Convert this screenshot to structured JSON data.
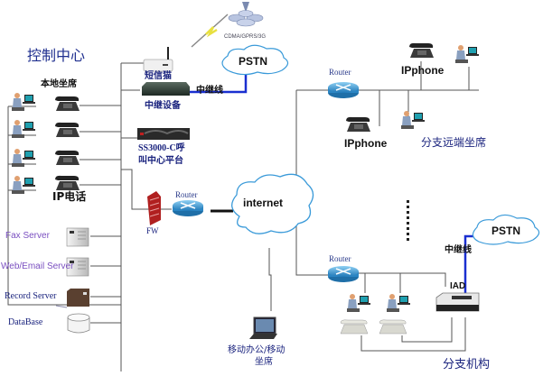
{
  "diagram": {
    "control_center": {
      "title": "控制中心",
      "local_seats_label": "本地坐席",
      "ip_phone_label": "IP电话",
      "sms_modem_label": "短信猫",
      "trunk_device_label": "中继设备",
      "trunk_line_label": "中继线",
      "call_platform_label_line1": "SS3000-C呼",
      "call_platform_label_line2": "叫中心平台",
      "firewall_label": "FW",
      "router_label": "Router",
      "servers": [
        {
          "name": "Fax Server"
        },
        {
          "name": "Web/Email Server"
        },
        {
          "name": "Record Server"
        },
        {
          "name": "DataBase"
        }
      ]
    },
    "wireless": {
      "network_label": "CDMA/GPRS/3G"
    },
    "clouds": {
      "pstn_top": "PSTN",
      "internet": "internet",
      "pstn_branch": "PSTN"
    },
    "mobile": {
      "label_line1": "移动办公/移动",
      "label_line2": "坐席"
    },
    "remote_branch": {
      "router_label": "Router",
      "ipphone_label_1": "IPphone",
      "ipphone_label_2": "IPphone",
      "title": "分支远端坐席"
    },
    "branch_office": {
      "router_label": "Router",
      "iad_label": "IAD",
      "trunk_line_label": "中继线",
      "title": "分支机构",
      "ellipsis": "⋮"
    },
    "colors": {
      "trunk_line": "#1a2fd0",
      "cloud_stroke": "#3a9ad9",
      "router_fill": "#3a9bd5",
      "title_navy": "#1f2f8f",
      "line_gray": "#555555"
    }
  }
}
